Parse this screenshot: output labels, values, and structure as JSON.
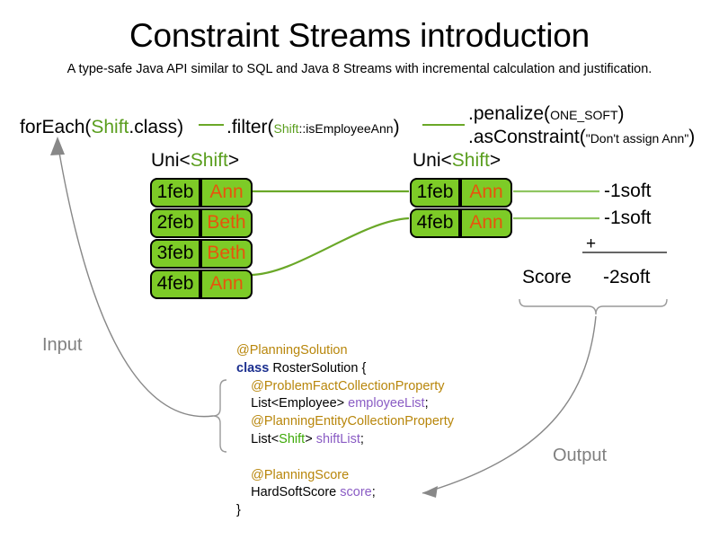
{
  "header": {
    "title": "Constraint Streams introduction",
    "subtitle": "A type-safe Java API similar to SQL and Java 8 Streams with incremental calculation and justification."
  },
  "pipeline": {
    "foreach": {
      "call": "forEach(",
      "type": "Shift",
      "tail": ".class)"
    },
    "filter": {
      "call": ".filter(",
      "arg_type": "Shift",
      "arg_rest": "::isEmployeeAnn",
      "tail": ")"
    },
    "penalize": {
      "call": ".penalize(",
      "arg": "ONE_SOFT",
      "tail": ")"
    },
    "as_constraint": {
      "call": ".asConstraint(",
      "arg": "\"Don't assign Ann\"",
      "tail": ")"
    }
  },
  "streams": {
    "left": {
      "label_prefix": "Uni<",
      "label_type": "Shift",
      "label_suffix": ">",
      "rows": [
        {
          "date": "1feb",
          "employee": "Ann"
        },
        {
          "date": "2feb",
          "employee": "Beth"
        },
        {
          "date": "3feb",
          "employee": "Beth"
        },
        {
          "date": "4feb",
          "employee": "Ann"
        }
      ]
    },
    "right": {
      "label_prefix": "Uni<",
      "label_type": "Shift",
      "label_suffix": ">",
      "rows": [
        {
          "date": "1feb",
          "employee": "Ann"
        },
        {
          "date": "4feb",
          "employee": "Ann"
        }
      ]
    }
  },
  "scores": {
    "impacts": [
      "-1soft",
      "-1soft"
    ],
    "label": "Score",
    "operator": "+",
    "total": "-2soft"
  },
  "flow_labels": {
    "input": "Input",
    "output": "Output"
  },
  "code": {
    "lines": [
      {
        "indent": 0,
        "parts": [
          {
            "text": "@PlanningSolution",
            "style": "ann"
          }
        ]
      },
      {
        "indent": 0,
        "parts": [
          {
            "text": "class ",
            "style": "kw"
          },
          {
            "text": "RosterSolution {",
            "style": "type"
          }
        ]
      },
      {
        "indent": 1,
        "parts": [
          {
            "text": "@ProblemFactCollectionProperty",
            "style": "ann"
          }
        ]
      },
      {
        "indent": 1,
        "parts": [
          {
            "text": "List<Employee> ",
            "style": "type"
          },
          {
            "text": "employeeList",
            "style": "field"
          },
          {
            "text": ";",
            "style": "type"
          }
        ]
      },
      {
        "indent": 1,
        "parts": [
          {
            "text": "@PlanningEntityCollectionProperty",
            "style": "ann"
          }
        ]
      },
      {
        "indent": 1,
        "parts": [
          {
            "text": "List<",
            "style": "type"
          },
          {
            "text": "Shift",
            "style": "green"
          },
          {
            "text": "> ",
            "style": "type"
          },
          {
            "text": "shiftList",
            "style": "field"
          },
          {
            "text": ";",
            "style": "type"
          }
        ]
      },
      {
        "indent": 0,
        "parts": [
          {
            "text": " ",
            "style": "type"
          }
        ]
      },
      {
        "indent": 1,
        "parts": [
          {
            "text": "@PlanningScore",
            "style": "ann"
          }
        ]
      },
      {
        "indent": 1,
        "parts": [
          {
            "text": "HardSoftScore ",
            "style": "type"
          },
          {
            "text": "score",
            "style": "field"
          },
          {
            "text": ";",
            "style": "type"
          }
        ]
      },
      {
        "indent": 0,
        "parts": [
          {
            "text": "}",
            "style": "type"
          }
        ]
      }
    ]
  },
  "colors": {
    "tuple_fill": "#7dcb27",
    "tuple_border": "#000000",
    "employee_text": "#e8540c",
    "stream_line": "#6aa828",
    "type_green": "#5a9e1e",
    "flow_gray": "#808080",
    "annotation": "#b8860b",
    "keyword": "#1b2f8f",
    "field": "#8a5cc4"
  }
}
